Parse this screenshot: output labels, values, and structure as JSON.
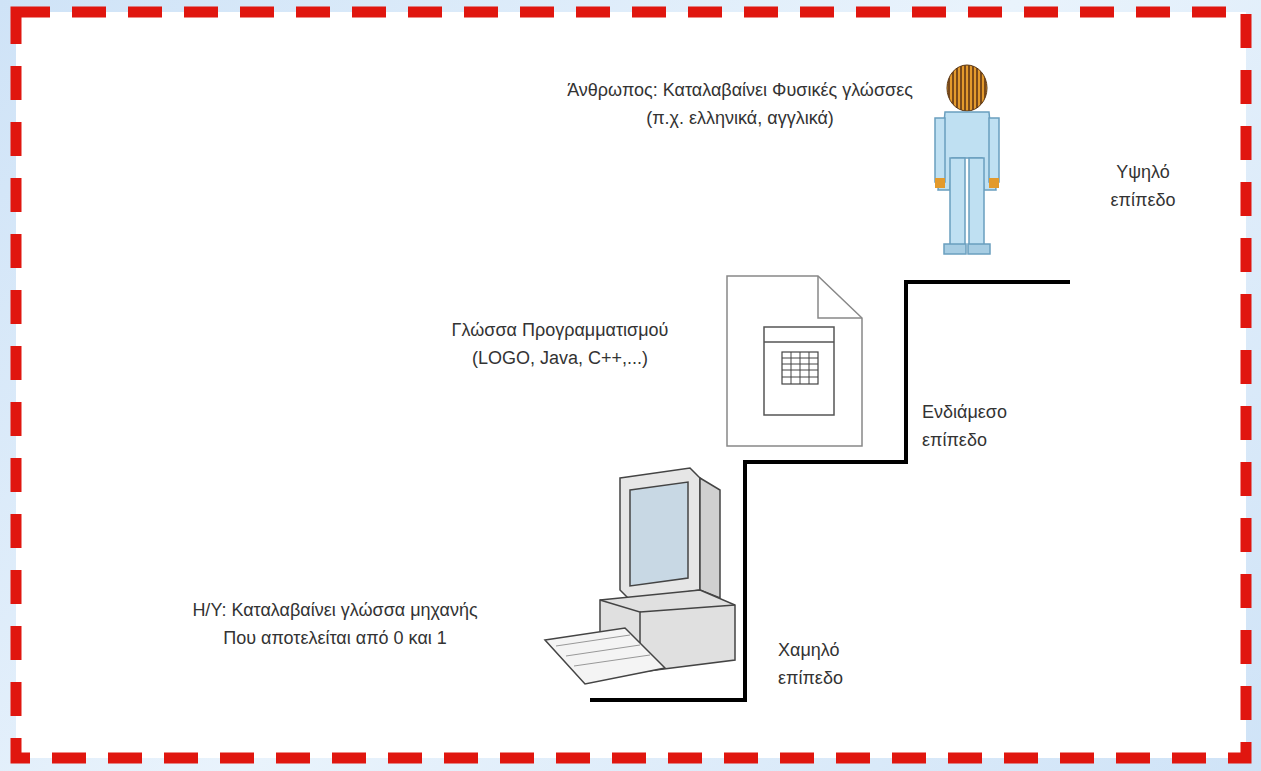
{
  "diagram": {
    "labels": [
      "Άνθρωπος: Καταλαβαίνει Φυσικές γλώσσες (π.χ. ελληνικά, αγγλικά)",
      "Υψηλό επίπεδο",
      "Γλώσσα Προγραμματισμού (LOGO, Java, C++,...)",
      "Ενδιάμεσο επίπεδο",
      "Η/Υ: Καταλαβαίνει γλώσσα μηχανής Που αποτελείται από 0 και 1",
      "Χαμηλό επίπεδο"
    ]
  }
}
